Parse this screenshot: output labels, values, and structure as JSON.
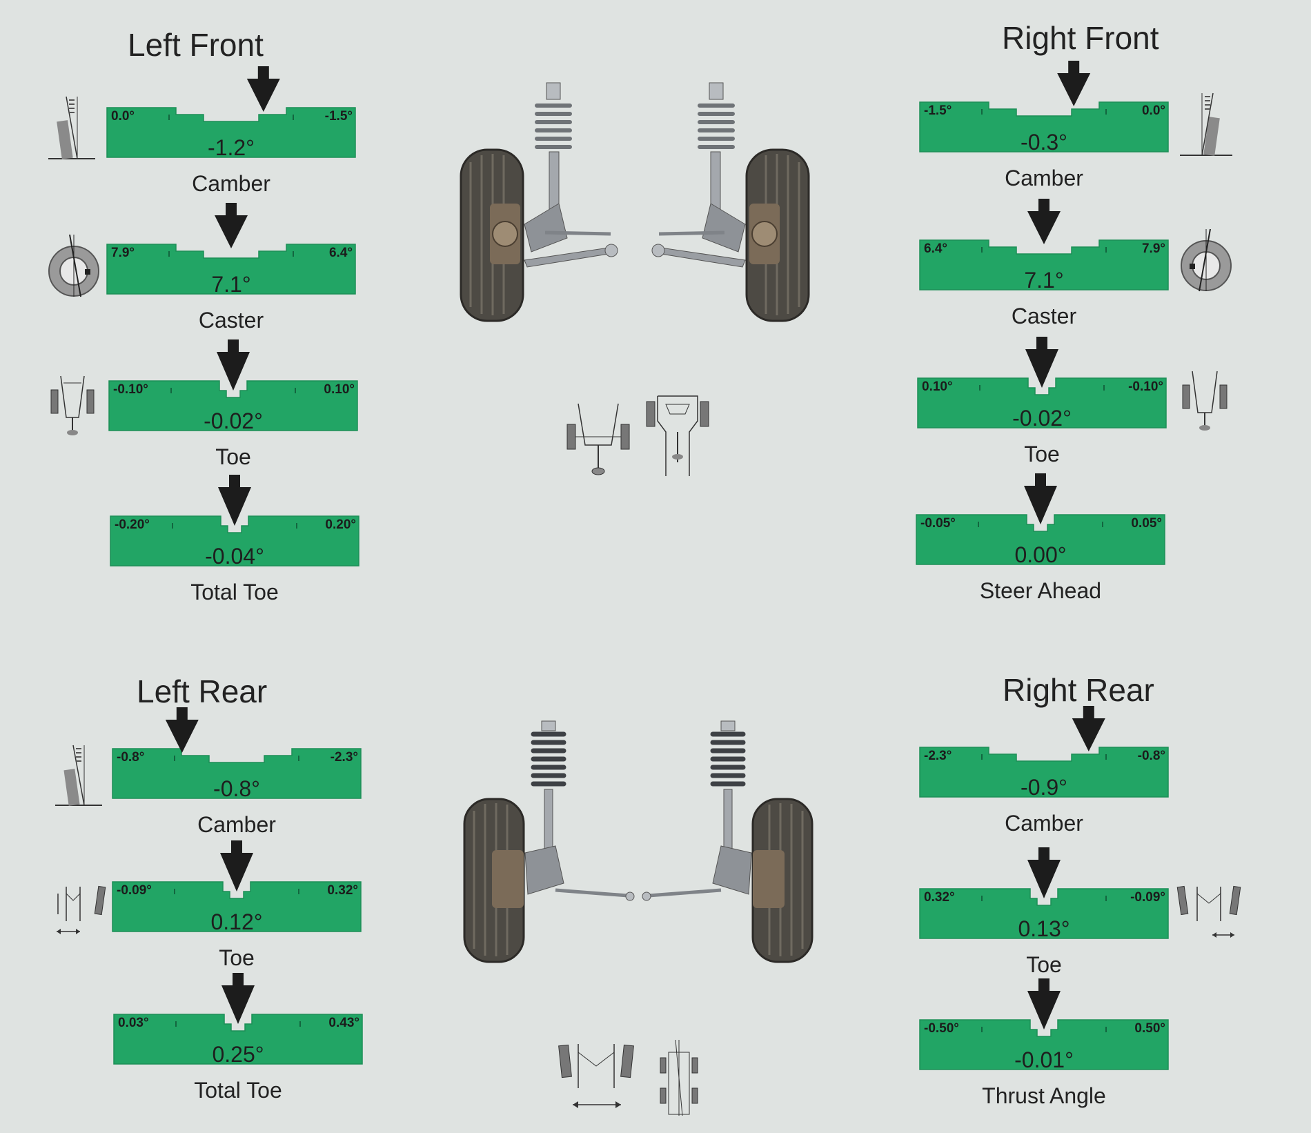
{
  "sections": {
    "left_front": {
      "title": "Left Front"
    },
    "right_front": {
      "title": "Right Front"
    },
    "left_rear": {
      "title": "Left Rear"
    },
    "right_rear": {
      "title": "Right Rear"
    }
  },
  "gauges": [
    {
      "key": "lf_camber",
      "label": "Camber",
      "min": "0.0°",
      "max": "-1.5°",
      "value": "-1.2°",
      "shape": "step",
      "pointer": 0.63
    },
    {
      "key": "lf_caster",
      "label": "Caster",
      "min": "7.9°",
      "max": "6.4°",
      "value": "7.1°",
      "shape": "step",
      "pointer": 0.5
    },
    {
      "key": "lf_toe",
      "label": "Toe",
      "min": "-0.10°",
      "max": "0.10°",
      "value": "-0.02°",
      "shape": "notch",
      "pointer": 0.5
    },
    {
      "key": "lf_total_toe",
      "label": "Total Toe",
      "min": "-0.20°",
      "max": "0.20°",
      "value": "-0.04°",
      "shape": "notch",
      "pointer": 0.5
    },
    {
      "key": "rf_camber",
      "label": "Camber",
      "min": "-1.5°",
      "max": "0.0°",
      "value": "-0.3°",
      "shape": "step",
      "pointer": 0.62
    },
    {
      "key": "rf_caster",
      "label": "Caster",
      "min": "6.4°",
      "max": "7.9°",
      "value": "7.1°",
      "shape": "step",
      "pointer": 0.5
    },
    {
      "key": "rf_toe",
      "label": "Toe",
      "min": "0.10°",
      "max": "-0.10°",
      "value": "-0.02°",
      "shape": "notch",
      "pointer": 0.5
    },
    {
      "key": "rf_steer_ahead",
      "label": "Steer Ahead",
      "min": "-0.05°",
      "max": "0.05°",
      "value": "0.00°",
      "shape": "notch",
      "pointer": 0.5
    },
    {
      "key": "lr_camber",
      "label": "Camber",
      "min": "-0.8°",
      "max": "-2.3°",
      "value": "-0.8°",
      "shape": "step",
      "pointer": 0.28
    },
    {
      "key": "lr_toe",
      "label": "Toe",
      "min": "-0.09°",
      "max": "0.32°",
      "value": "0.12°",
      "shape": "notch",
      "pointer": 0.5
    },
    {
      "key": "lr_total_toe",
      "label": "Total Toe",
      "min": "0.03°",
      "max": "0.43°",
      "value": "0.25°",
      "shape": "notch",
      "pointer": 0.5
    },
    {
      "key": "rr_camber",
      "label": "Camber",
      "min": "-2.3°",
      "max": "-0.8°",
      "value": "-0.9°",
      "shape": "step",
      "pointer": 0.68
    },
    {
      "key": "rr_toe",
      "label": "Toe",
      "min": "0.32°",
      "max": "-0.09°",
      "value": "0.13°",
      "shape": "notch",
      "pointer": 0.5
    },
    {
      "key": "rr_thrust_angle",
      "label": "Thrust Angle",
      "min": "-0.50°",
      "max": "0.50°",
      "value": "-0.01°",
      "shape": "notch",
      "pointer": 0.5
    }
  ],
  "icons": {
    "camber": "camber-icon",
    "caster": "caster-icon",
    "toe": "toe-icon",
    "rear_toe": "rear-toe-icon",
    "front_suspension": "front-suspension-icon",
    "rear_suspension": "rear-suspension-icon",
    "vehicle_toe": "vehicle-toe-icon",
    "thrust": "thrust-icon"
  },
  "colors": {
    "gauge_green": "#22a565",
    "gauge_edge": "#1d8f57",
    "background": "#dfe3e1"
  }
}
